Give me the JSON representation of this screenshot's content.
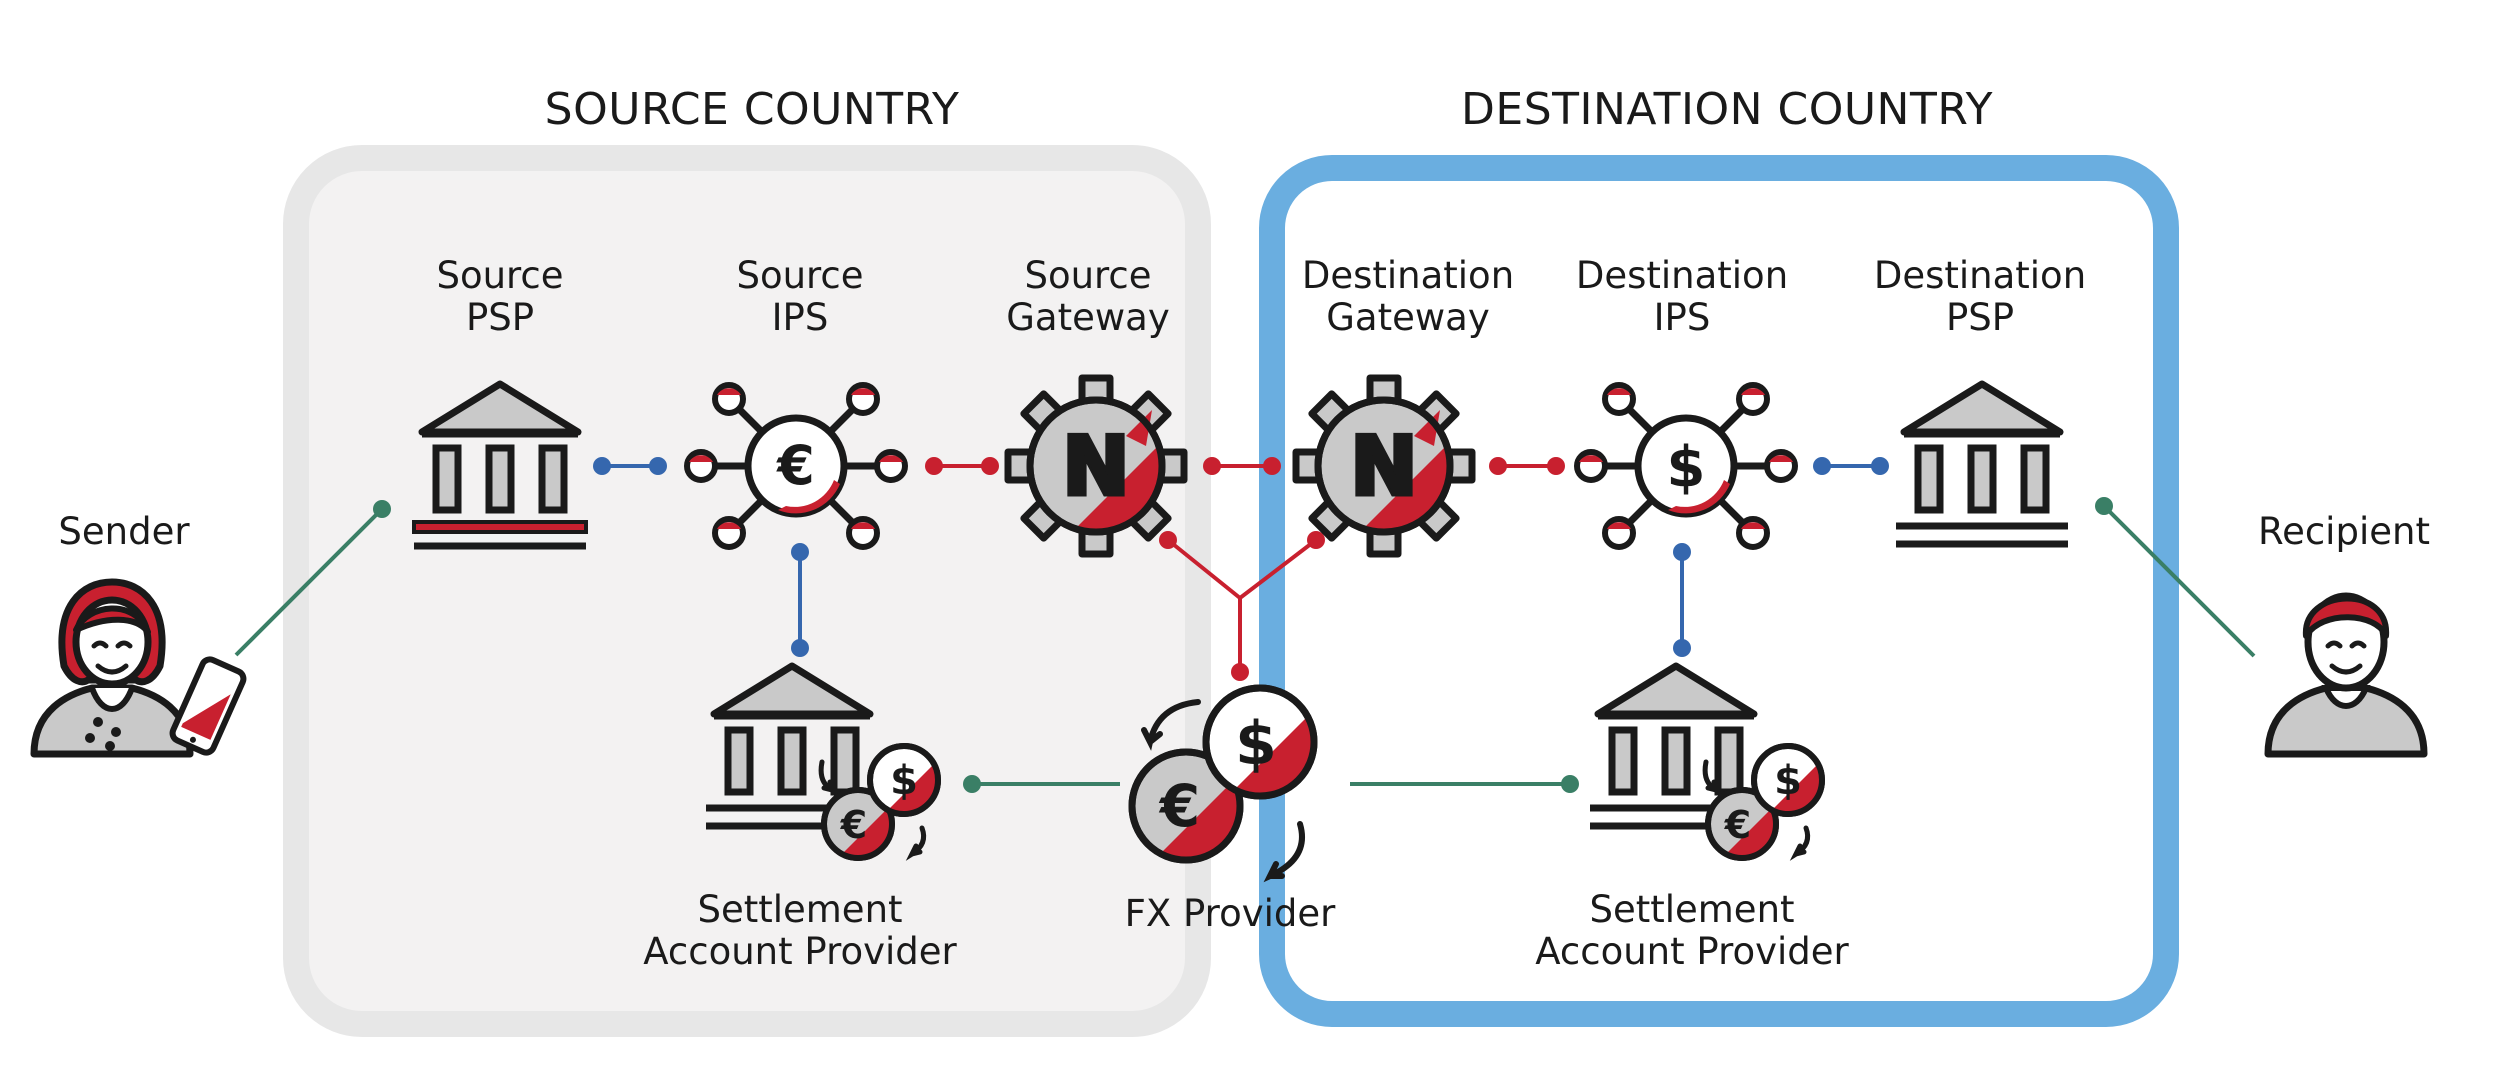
{
  "colors": {
    "red": "#c8202f",
    "blue": "#3567ae",
    "green": "#3a7f66",
    "grey": "#c9c9c9",
    "source_region_bg": "#f3f2f2",
    "source_region_border": "#e7e7e7",
    "destination_region_border": "#6aaee0",
    "outline": "#1a1a1a"
  },
  "regions": {
    "source": {
      "title": "SOURCE COUNTRY"
    },
    "destination": {
      "title": "DESTINATION COUNTRY"
    }
  },
  "actors": {
    "sender": {
      "label": "Sender",
      "icon": "woman-with-phone-icon"
    },
    "recipient": {
      "label": "Recipient",
      "icon": "man-icon"
    }
  },
  "nodes": {
    "source_psp": {
      "line1": "Source",
      "line2": "PSP",
      "icon": "bank-icon"
    },
    "source_ips": {
      "line1": "Source",
      "line2": "IPS",
      "icon": "euro-network-icon",
      "symbol": "€"
    },
    "source_gateway": {
      "line1": "Source",
      "line2": "Gateway",
      "icon": "nexus-gear-icon",
      "symbol": "N"
    },
    "destination_gateway": {
      "line1": "Destination",
      "line2": "Gateway",
      "icon": "nexus-gear-icon",
      "symbol": "N"
    },
    "destination_ips": {
      "line1": "Destination",
      "line2": "IPS",
      "icon": "dollar-network-icon",
      "symbol": "$"
    },
    "destination_psp": {
      "line1": "Destination",
      "line2": "PSP",
      "icon": "bank-icon"
    },
    "source_sap": {
      "line1": "Settlement",
      "line2": "Account Provider",
      "icon": "bank-with-coins-icon"
    },
    "fx_provider": {
      "line1": "FX Provider",
      "icon": "currency-exchange-icon",
      "symbol_a": "$",
      "symbol_b": "€"
    },
    "destination_sap": {
      "line1": "Settlement",
      "line2": "Account Provider",
      "icon": "bank-with-coins-icon"
    }
  },
  "coin_symbols": {
    "dollar": "$",
    "euro": "€"
  }
}
